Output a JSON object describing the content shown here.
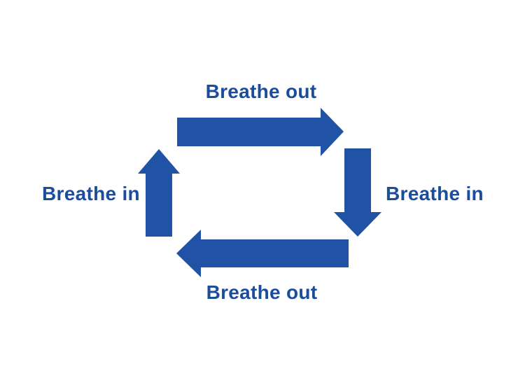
{
  "diagram": {
    "description": "Breathing cycle diagram with four arrows forming a clockwise loop",
    "colors": {
      "arrow_fill": "#2053a5",
      "label_text": "#1c4c9c",
      "background": "#ffffff"
    },
    "labels": {
      "top": "Breathe out",
      "right": "Breathe in",
      "bottom": "Breathe out",
      "left": "Breathe in"
    },
    "arrows": [
      {
        "position": "top",
        "direction": "right",
        "label": "Breathe out"
      },
      {
        "position": "right",
        "direction": "down",
        "label": "Breathe in"
      },
      {
        "position": "bottom",
        "direction": "left",
        "label": "Breathe out"
      },
      {
        "position": "left",
        "direction": "up",
        "label": "Breathe in"
      }
    ]
  }
}
